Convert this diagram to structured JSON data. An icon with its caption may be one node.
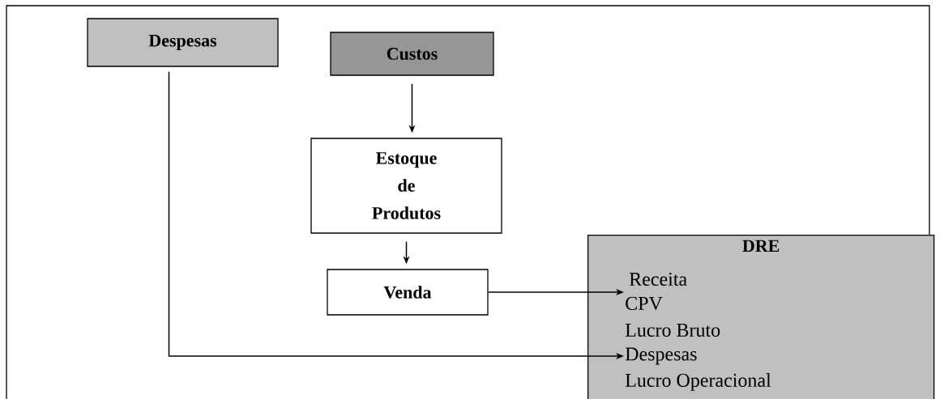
{
  "diagram": {
    "nodes": [
      {
        "text": [
          "Despesas"
        ]
      },
      {
        "text": [
          "Custos"
        ]
      },
      {
        "text": [
          "Estoque de Produtos"
        ]
      },
      {
        "text": [
          "Venda"
        ]
      },
      {
        "text": [
          "DRE"
        ]
      },
      {
        "text": [
          "Receita"
        ],
        "in": 4
      },
      {
        "text": [
          "CPV"
        ],
        "in": 4
      },
      {
        "text": [
          "Lucro Bruto"
        ],
        "in": 4
      },
      {
        "text": [
          "Despesas"
        ],
        "in": 4
      },
      {
        "text": [
          "Lucro Operacional"
        ],
        "in": 4
      }
    ],
    "edges": [
      {
        "from": 1,
        "to": 2,
        "arrow": "to"
      },
      {
        "from": 2,
        "to": 3,
        "arrow": "to"
      },
      {
        "from": 3,
        "to": 6,
        "arrow": "to"
      },
      {
        "from": 0,
        "to": 8,
        "arrow": "to"
      }
    ]
  }
}
